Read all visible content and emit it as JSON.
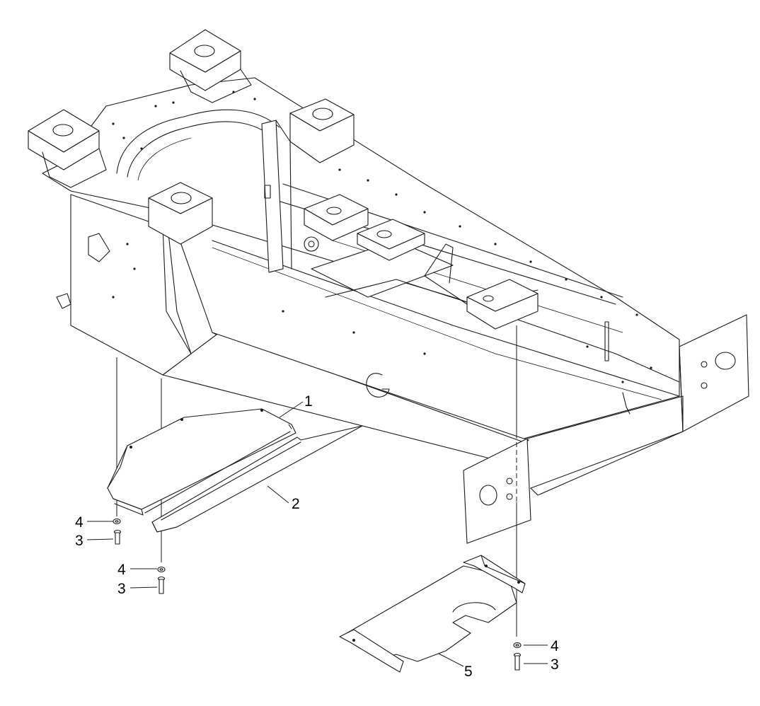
{
  "diagram": {
    "callouts": [
      {
        "id": "c1",
        "text": "1"
      },
      {
        "id": "c2",
        "text": "2"
      },
      {
        "id": "c4a",
        "text": "4"
      },
      {
        "id": "c3a",
        "text": "3"
      },
      {
        "id": "c4b",
        "text": "4"
      },
      {
        "id": "c3b",
        "text": "3"
      },
      {
        "id": "c4c",
        "text": "4"
      },
      {
        "id": "c3c",
        "text": "3"
      },
      {
        "id": "c5",
        "text": "5"
      }
    ]
  }
}
